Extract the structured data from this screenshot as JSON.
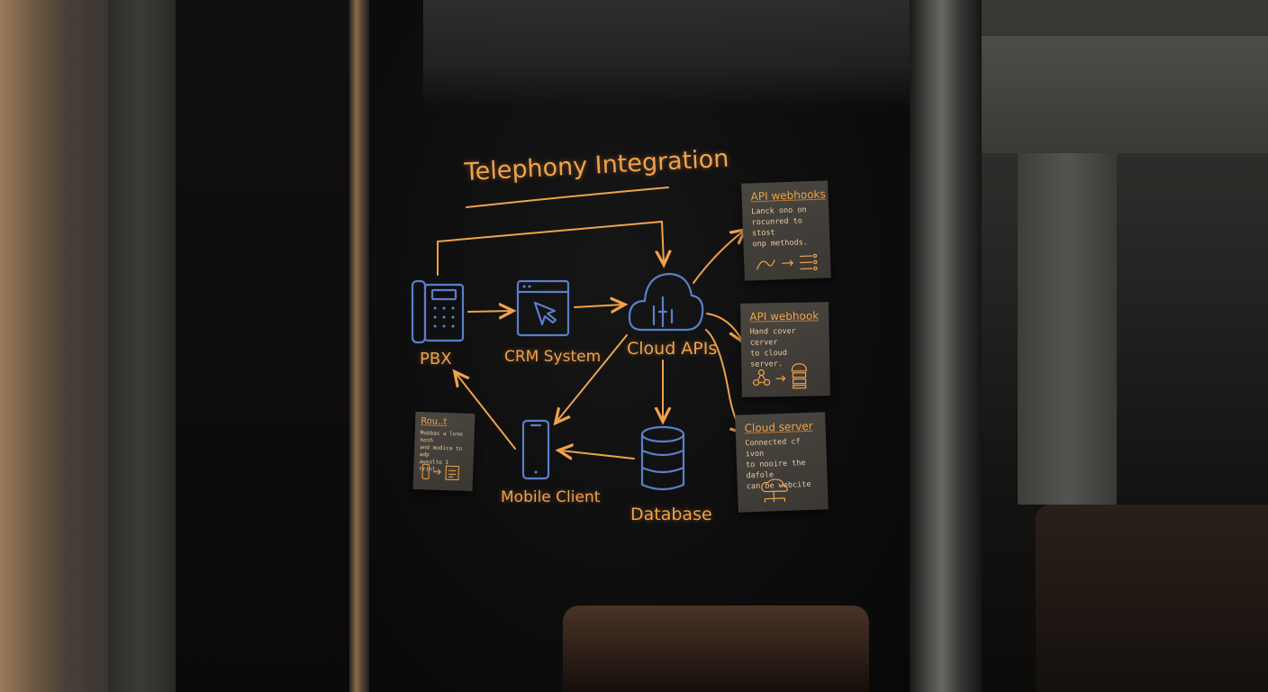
{
  "diagram": {
    "title": "Telephony Integration",
    "nodes": {
      "pbx": "PBX",
      "crm": "CRM System",
      "cloud": "Cloud APIs",
      "mobile": "Mobile Client",
      "database": "Database"
    }
  },
  "notes": [
    {
      "title": "API webhooks",
      "body": "Lanck ono on\nrocunred to stost\nonp methods."
    },
    {
      "title": "API webhook",
      "body": "Hand cover cerver\nto cloud server."
    },
    {
      "title": "Cloud server",
      "body": "Connected cf ivon\nto nooire the dafole\ncan be webcite"
    },
    {
      "title": "Rou..t",
      "body": "Mobbas a lone hosh\nand modica to adp\nawsolte I trinl."
    }
  ],
  "colors": {
    "chalk_orange": "#f0a24a",
    "icon_blue": "#5a7fc8",
    "note_paper": "#3a3733"
  },
  "icons": [
    "phone-icon",
    "browser-cursor-icon",
    "cloud-icon",
    "smartphone-icon",
    "database-icon"
  ]
}
